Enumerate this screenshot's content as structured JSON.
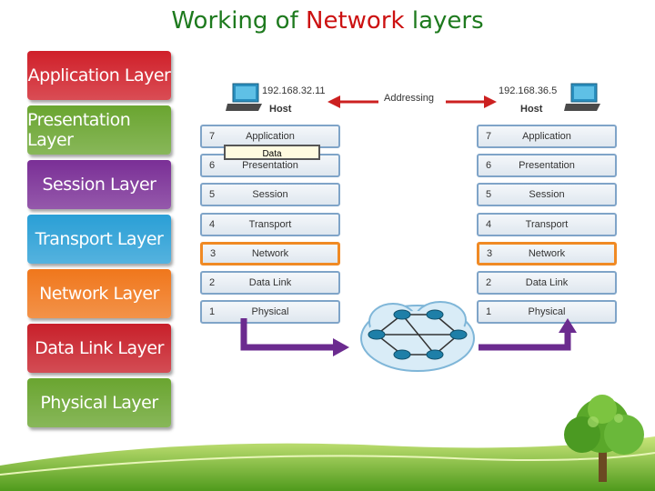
{
  "title": {
    "part1": "Working of ",
    "part2": "Network",
    "part3": " layers"
  },
  "left_layers": [
    {
      "label": "Application Layer",
      "color": "#d0202a"
    },
    {
      "label": "Presentation Layer",
      "color": "#6aa530"
    },
    {
      "label": "Session Layer",
      "color": "#7a2f96"
    },
    {
      "label": "Transport Layer",
      "color": "#2a9fd6"
    },
    {
      "label": "Network Layer",
      "color": "#f0771c"
    },
    {
      "label": "Data Link Layer",
      "color": "#c8202a"
    },
    {
      "label": "Physical Layer",
      "color": "#6aa530"
    }
  ],
  "diagram": {
    "left_ip": "192.168.32.11",
    "right_ip": "192.168.36.5",
    "host_label": "Host",
    "addressing": "Addressing",
    "data_tag": "Data",
    "stack": [
      {
        "num": "7",
        "name": "Application"
      },
      {
        "num": "6",
        "name": "Presentation"
      },
      {
        "num": "5",
        "name": "Session"
      },
      {
        "num": "4",
        "name": "Transport"
      },
      {
        "num": "3",
        "name": "Network"
      },
      {
        "num": "2",
        "name": "Data Link"
      },
      {
        "num": "1",
        "name": "Physical"
      }
    ],
    "highlight_color": "#f08a24",
    "arrow_color": "#6b2b8f"
  }
}
